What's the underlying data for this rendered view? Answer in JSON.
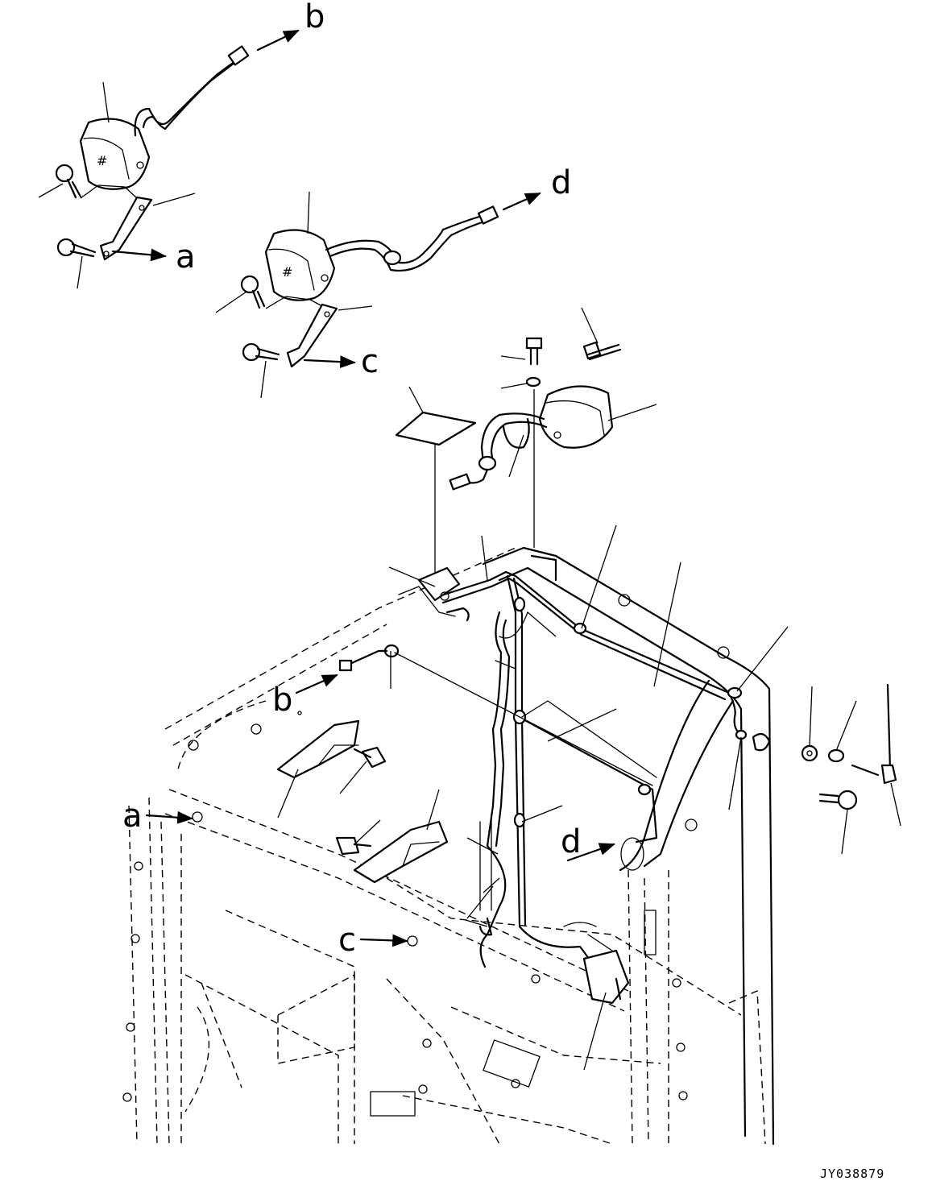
{
  "callouts": {
    "b_top": "b",
    "a_top": "a",
    "d_top": "d",
    "c_top": "c",
    "b_frame": "b",
    "a_frame": "a",
    "d_frame": "d",
    "c_frame": "c"
  },
  "figure_code": "JY038879"
}
